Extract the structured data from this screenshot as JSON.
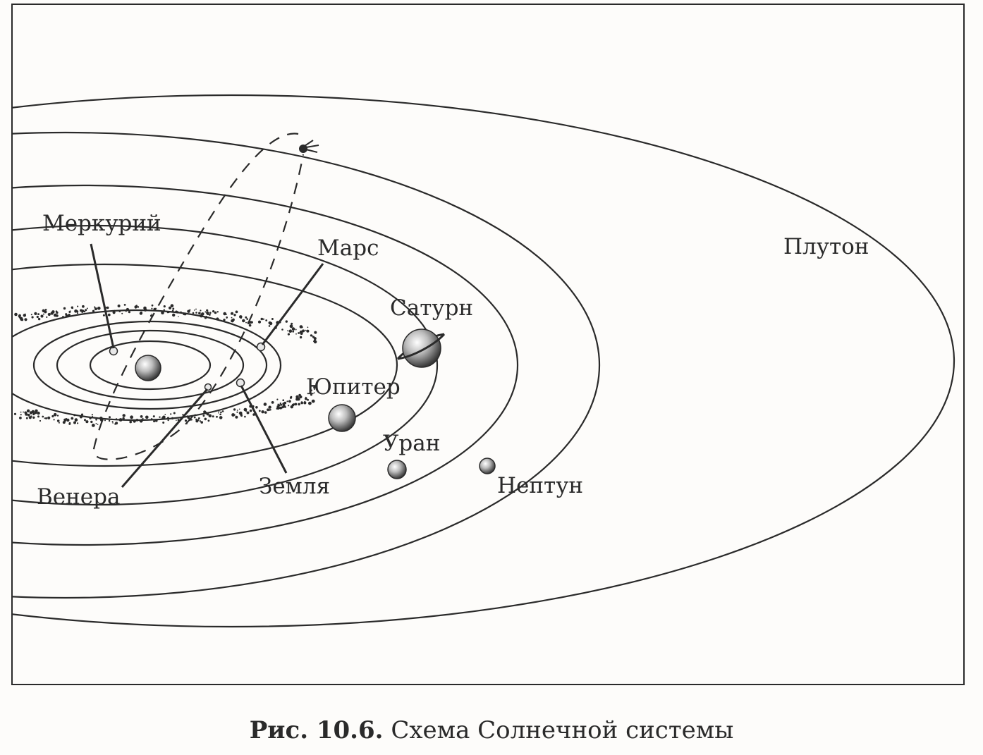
{
  "labels": {
    "mercury": "Меркурий",
    "venus": "Венера",
    "earth": "Земля",
    "mars": "Марс",
    "jupiter": "Юпитер",
    "saturn": "Сатурн",
    "uranus": "Уран",
    "neptune": "Нептун",
    "pluto": "Плутон"
  },
  "caption": {
    "number": "Рис. 10.6.",
    "text": "Схема Солнечной системы"
  },
  "colors": {
    "ink": "#2a2a2a",
    "paper": "#fdfcfa"
  }
}
